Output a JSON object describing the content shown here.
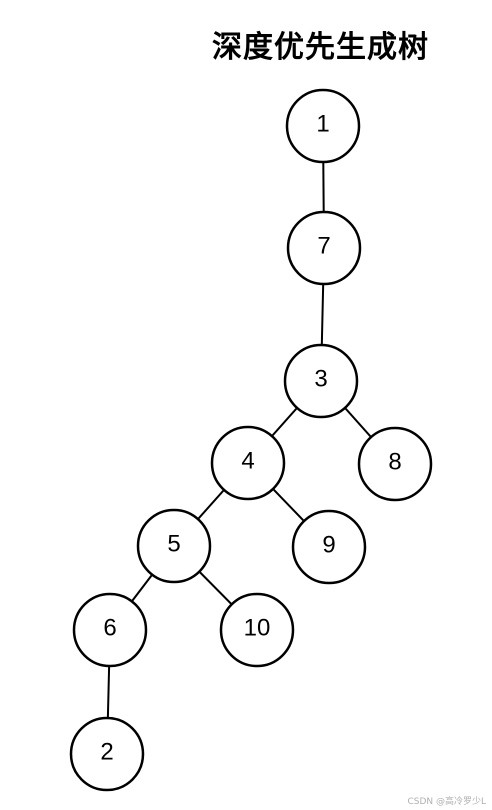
{
  "title": "深度优先生成树",
  "watermark": "CSDN @高冷罗少L",
  "tree": {
    "nodes": [
      {
        "id": "n1",
        "label": "1"
      },
      {
        "id": "n7",
        "label": "7"
      },
      {
        "id": "n3",
        "label": "3"
      },
      {
        "id": "n4",
        "label": "4"
      },
      {
        "id": "n8",
        "label": "8"
      },
      {
        "id": "n5",
        "label": "5"
      },
      {
        "id": "n9",
        "label": "9"
      },
      {
        "id": "n6",
        "label": "6"
      },
      {
        "id": "n10",
        "label": "10"
      },
      {
        "id": "n2",
        "label": "2"
      }
    ],
    "edges": [
      {
        "from": "n1",
        "to": "n7"
      },
      {
        "from": "n7",
        "to": "n3"
      },
      {
        "from": "n3",
        "to": "n4"
      },
      {
        "from": "n3",
        "to": "n8"
      },
      {
        "from": "n4",
        "to": "n5"
      },
      {
        "from": "n4",
        "to": "n9"
      },
      {
        "from": "n5",
        "to": "n6"
      },
      {
        "from": "n5",
        "to": "n10"
      },
      {
        "from": "n6",
        "to": "n2"
      }
    ]
  }
}
